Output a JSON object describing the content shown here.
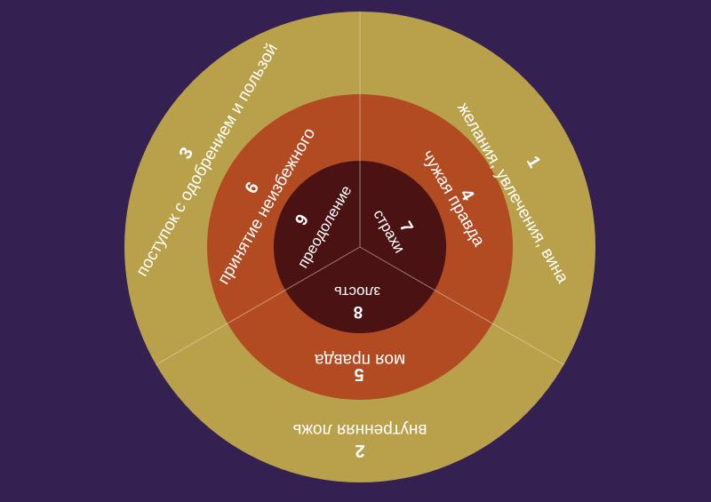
{
  "colors": {
    "background": "#352151",
    "outer_ring": "#b9a04a",
    "middle_ring": "#b24a22",
    "inner_ring": "#4a1212",
    "divider": "#e6dcc0"
  },
  "rings": {
    "outer": [
      {
        "number": "1",
        "label": "желания, увлечения, вина"
      },
      {
        "number": "2",
        "label": "внутренняя ложь"
      },
      {
        "number": "3",
        "label": "поступок с одобрением и пользой"
      }
    ],
    "middle": [
      {
        "number": "4",
        "label": "чужая правда"
      },
      {
        "number": "5",
        "label": "моя правда"
      },
      {
        "number": "6",
        "label": "принятие неизбежного"
      }
    ],
    "inner": [
      {
        "number": "7",
        "label": "страхи"
      },
      {
        "number": "8",
        "label": "злость"
      },
      {
        "number": "9",
        "label": "преодоление"
      }
    ]
  }
}
